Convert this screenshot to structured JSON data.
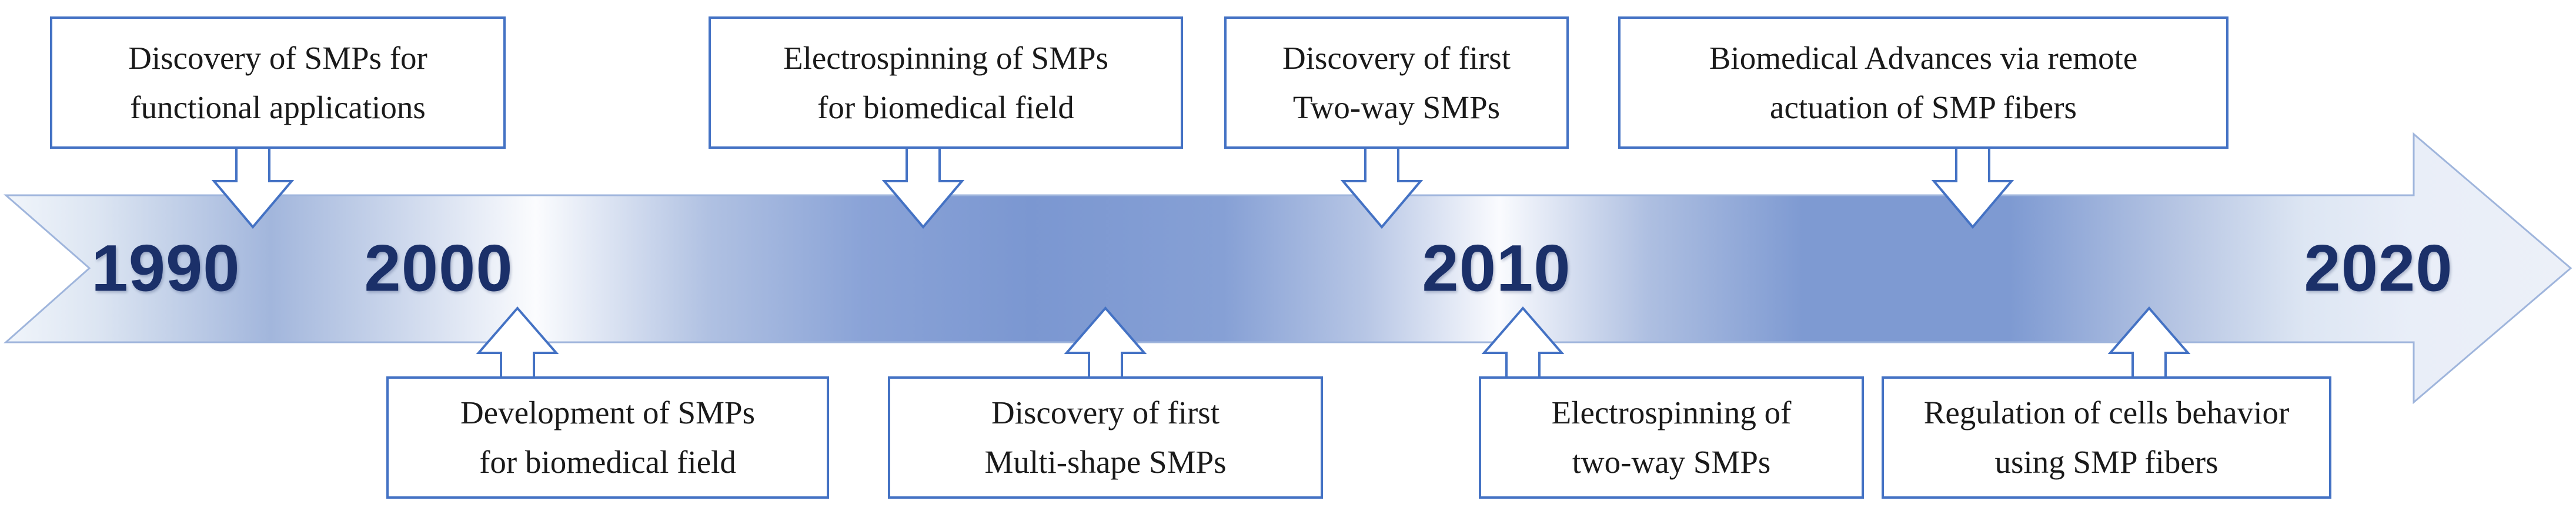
{
  "years": [
    {
      "label": "1990"
    },
    {
      "label": "2000"
    },
    {
      "label": "2010"
    },
    {
      "label": "2020"
    }
  ],
  "events_top": [
    {
      "lines": [
        "Discovery of SMPs for",
        "functional applications"
      ]
    },
    {
      "lines": [
        "Electrospinning of SMPs",
        "for biomedical field"
      ]
    },
    {
      "lines": [
        "Discovery of first",
        "Two-way SMPs"
      ]
    },
    {
      "lines": [
        "Biomedical Advances via remote",
        "actuation of SMP fibers"
      ]
    }
  ],
  "events_bottom": [
    {
      "lines": [
        "Development of SMPs",
        "for biomedical field"
      ]
    },
    {
      "lines": [
        "Discovery of first",
        "Multi-shape SMPs"
      ]
    },
    {
      "lines": [
        "Electrospinning of",
        "two-way SMPs"
      ]
    },
    {
      "lines": [
        "Regulation of cells behavior",
        "using SMP fibers"
      ]
    }
  ],
  "colors": {
    "box_border": "#4472C4",
    "band_outline": "#9FB5DC",
    "band_dark": "#7B97D1",
    "band_light": "#FBFCFE",
    "arrowhead_fill": "#E9EEF8",
    "year_text": "#1B3069",
    "event_text": "#1A1A1A"
  }
}
